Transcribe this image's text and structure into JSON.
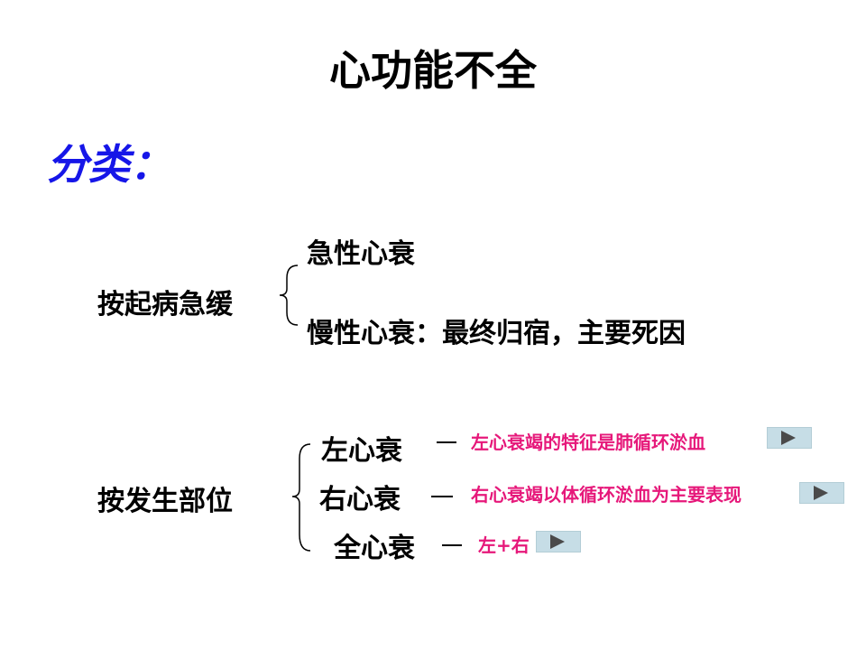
{
  "title": "心功能不全",
  "subtitle": "分类：",
  "group1": {
    "label": "按起病急缓",
    "items": [
      "急性心衰",
      "慢性心衰：最终归宿，主要死因"
    ]
  },
  "group2": {
    "label": "按发生部位",
    "items": [
      {
        "label": "左心衰",
        "note": "左心衰竭的特征是肺循环淤血"
      },
      {
        "label": "右心衰",
        "note": "右心衰竭以体循环淤血为主要表现"
      },
      {
        "label": "全心衰",
        "note": "左+右"
      }
    ]
  },
  "colors": {
    "subtitle": "#1616e8",
    "note": "#e6187a",
    "play_button_bg": "#c6dde6"
  },
  "icons": {
    "play": "play-icon"
  }
}
